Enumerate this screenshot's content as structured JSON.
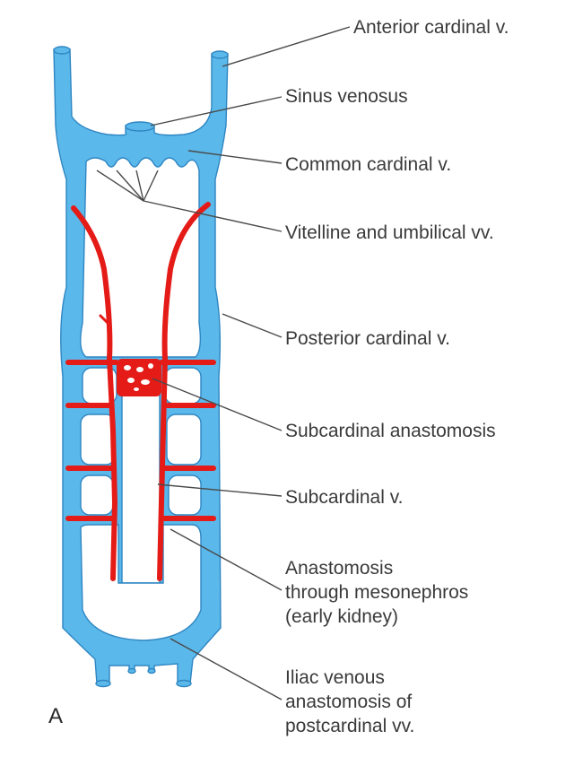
{
  "figure": {
    "panel_letter": "A",
    "labels": {
      "anterior_cardinal": "Anterior cardinal v.",
      "sinus_venosus": "Sinus venosus",
      "common_cardinal": "Common cardinal v.",
      "vitelline_umbilical": "Vitelline and umbilical vv.",
      "posterior_cardinal": "Posterior cardinal v.",
      "subcardinal_anastomosis": "Subcardinal anastomosis",
      "subcardinal": "Subcardinal v.",
      "mesonephros_line1": "Anastomosis",
      "mesonephros_line2": "through mesonephros",
      "mesonephros_line3": "(early kidney)",
      "iliac_line1": "Iliac venous",
      "iliac_line2": "anastomosis of",
      "iliac_line3": "postcardinal vv."
    },
    "colors": {
      "cardinal_system": "#5bb8ea",
      "cardinal_outline": "#2f86c2",
      "subcardinal_system": "#e41b17",
      "leader_lines": "#4a4a4a"
    }
  }
}
